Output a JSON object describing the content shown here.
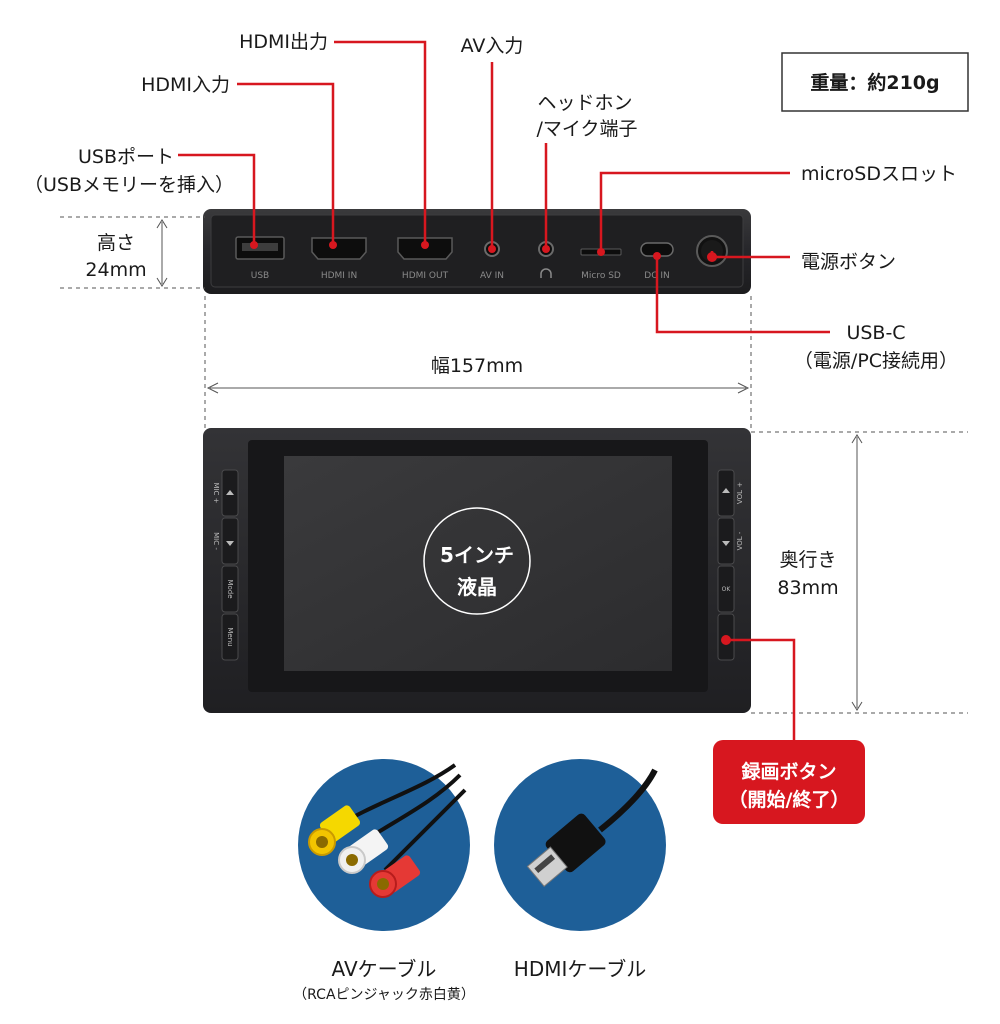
{
  "labels": {
    "usb_port": "USBポート",
    "usb_port_sub": "（USBメモリーを挿入）",
    "hdmi_in": "HDMI入力",
    "hdmi_out": "HDMI出力",
    "av_in": "AV入力",
    "headphone": "ヘッドホン",
    "headphone_sub": "/マイク端子",
    "microsd": "microSDスロット",
    "power_button": "電源ボタン",
    "usb_c": "USB-C",
    "usb_c_sub": "（電源/PC接続用）",
    "weight": "重量：約210g",
    "height_label": "高さ",
    "height_value": "24mm",
    "width_label": "幅157mm",
    "depth_label": "奥行き",
    "depth_value": "83mm",
    "screen_size": "5インチ",
    "screen_type": "液晶",
    "record_button": "録画ボタン",
    "record_button_sub": "（開始/終了）",
    "av_cable": "AVケーブル",
    "av_cable_sub": "（RCAピンジャック赤白黄）",
    "hdmi_cable": "HDMIケーブル"
  },
  "device_port_labels": {
    "usb": "USB",
    "hdmi_in": "HDMI IN",
    "hdmi_out": "HDMI OUT",
    "av_in": "AV IN",
    "micro_sd": "Micro SD",
    "dc_in": "DC IN"
  },
  "device_button_labels": {
    "mic_plus": "MIC +",
    "mic_minus": "MIC -",
    "mode": "Mode",
    "menu": "Menu",
    "vol_plus": "VOL +",
    "vol_minus": "VOL -",
    "ok": "OK"
  },
  "colors": {
    "accent_red": "#d7171f",
    "cable_circle_blue": "#1e5f98",
    "device_body": "#2a2a2c"
  }
}
